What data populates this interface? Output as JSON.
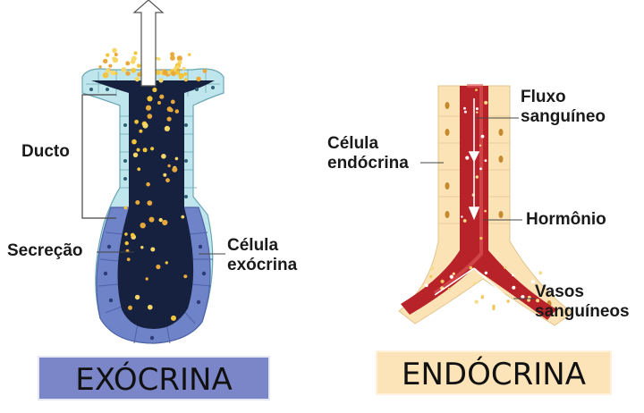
{
  "exocrine": {
    "labels": {
      "duct": "Ducto",
      "secretion": "Secreção",
      "cell_line1": "Célula",
      "cell_line2": "exócrina"
    },
    "caption": "EXÓCRINA"
  },
  "endocrine": {
    "labels": {
      "cell_line1": "Célula",
      "cell_line2": "endócrina",
      "flow_line1": "Fluxo",
      "flow_line2": "sanguíneo",
      "hormone": "Hormônio",
      "vessels_line1": "Vasos",
      "vessels_line2": "sanguíneos"
    },
    "caption": "ENDÓCRINA"
  },
  "colors": {
    "duct_cell": "#bfe6ec",
    "secretory_cell": "#6f83c9",
    "lumen": "#15213f",
    "granule": "#f2c53a",
    "vessel": "#b8232a",
    "endocrine_cell": "#fbe3b6",
    "exocrine_caption_bg": "#7b86c9",
    "endocrine_caption_bg": "#fde3b8"
  }
}
